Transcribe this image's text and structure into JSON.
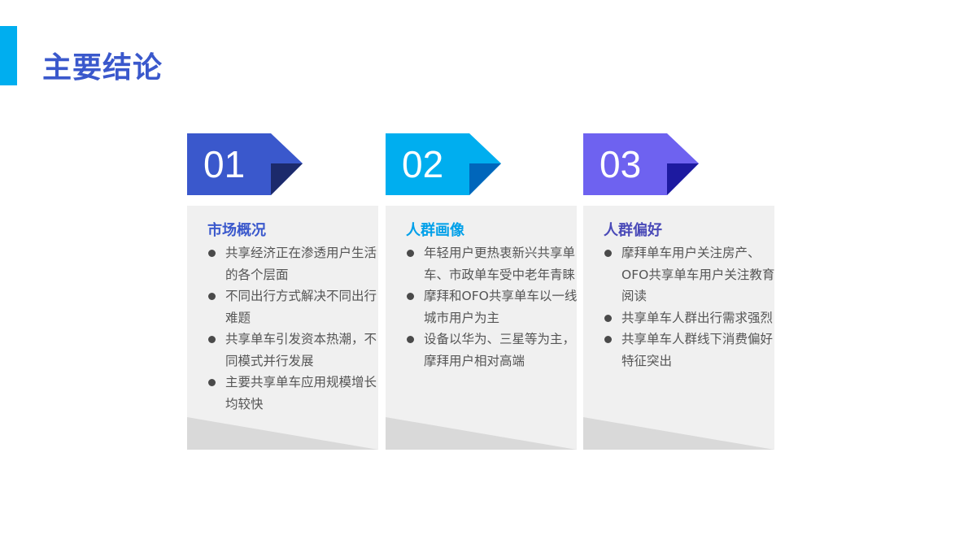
{
  "header": {
    "title": "主要结论",
    "accent_color": "#00aeef",
    "title_color": "#3a58cc"
  },
  "cards": [
    {
      "number": "01",
      "tab_color": "#3a58cc",
      "fold_color": "#1c2a6b",
      "heading": "市场概况",
      "heading_color": "#3a58cc",
      "bullets": [
        "共享经济正在渗透用户生活的各个层面",
        "不同出行方式解决不同出行难题",
        "共享单车引发资本热潮，不同模式并行发展",
        "主要共享单车应用规模增长均较快"
      ]
    },
    {
      "number": "02",
      "tab_color": "#00aeef",
      "fold_color": "#0066bb",
      "heading": "人群画像",
      "heading_color": "#00a0e9",
      "bullets": [
        "年轻用户更热衷新兴共享单车、市政单车受中老年青睐",
        "摩拜和OFO共享单车以一线城市用户为主",
        "设备以华为、三星等为主，摩拜用户相对高端"
      ]
    },
    {
      "number": "03",
      "tab_color": "#6e62f0",
      "fold_color": "#1d1aa0",
      "heading": "人群偏好",
      "heading_color": "#4a4ab8",
      "bullets": [
        "摩拜单车用户关注房产、OFO共享单车用户关注教育阅读",
        "共享单车人群出行需求强烈",
        "共享单车人群线下消费偏好特征突出"
      ]
    }
  ]
}
